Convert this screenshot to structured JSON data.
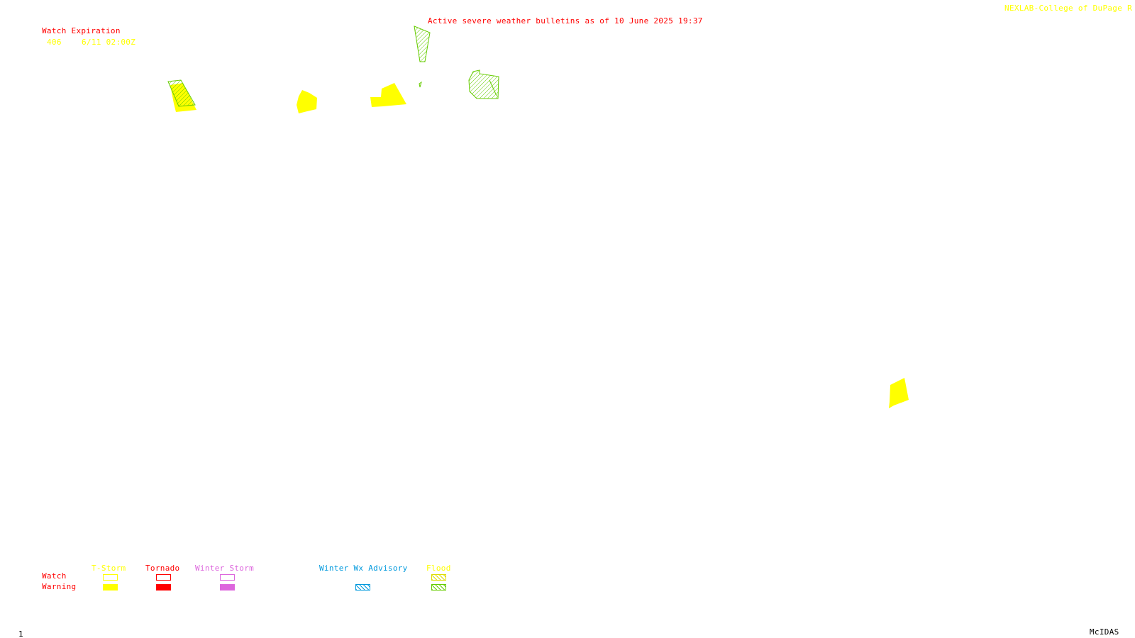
{
  "header": {
    "title": "Active severe weather bulletins as of 10 June 2025 19:37",
    "credit": "NEXLAB-College of DuPage R"
  },
  "watch_expiration": {
    "heading": "Watch Expiration",
    "watches": [
      {
        "number": "406",
        "expires": "6/11 02:00Z"
      }
    ]
  },
  "legend": {
    "row_labels": {
      "watch": "Watch",
      "warning": "Warning"
    },
    "categories": [
      {
        "label": "T-Storm",
        "color": "#ffff00",
        "has_watch": true,
        "has_warning": true,
        "style": "solid"
      },
      {
        "label": "Tornado",
        "color": "#ff0000",
        "has_watch": true,
        "has_warning": true,
        "style": "solid"
      },
      {
        "label": "Winter Storm",
        "color": "#dd66dd",
        "has_watch": true,
        "has_warning": true,
        "style": "solid"
      },
      {
        "label": "Winter Wx Advisory",
        "color": "#0099dd",
        "has_watch": false,
        "has_warning": true,
        "style": "hatched"
      },
      {
        "label": "Flood",
        "color": "#ffff00",
        "has_watch": true,
        "has_warning": true,
        "style": "hatched"
      }
    ]
  },
  "colors": {
    "title": "#ff0000",
    "credit": "#ffff00",
    "tstorm_warning": "#ffff00",
    "flood_warning": "#66cc00",
    "footer": "#000000"
  },
  "footer": {
    "frame_number": "1",
    "software": "McIDAS"
  }
}
